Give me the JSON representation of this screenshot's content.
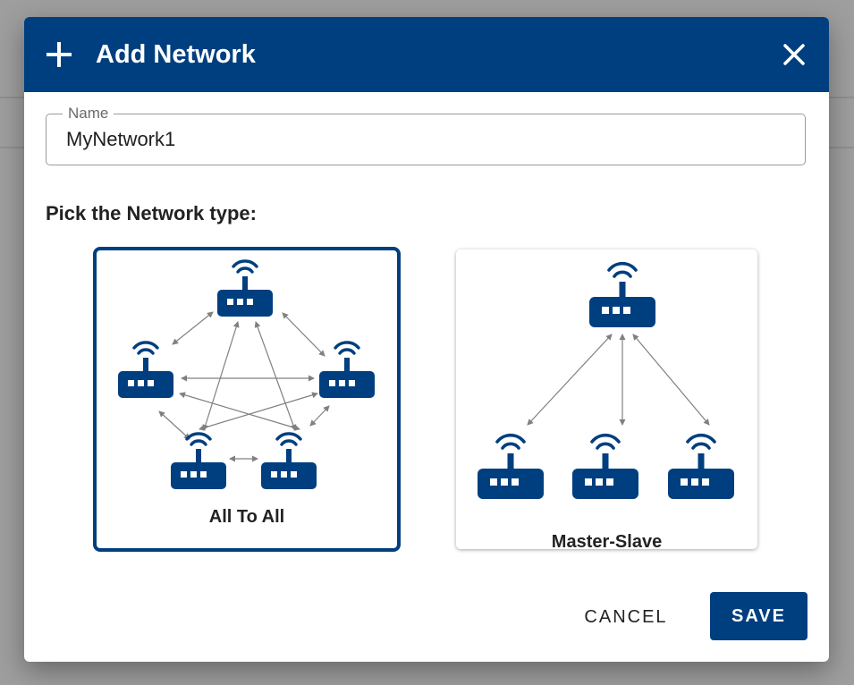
{
  "dialog": {
    "title": "Add Network",
    "header_icon": "plus-icon",
    "close_icon": "close-icon"
  },
  "name_field": {
    "label": "Name",
    "value": "MyNetwork1"
  },
  "network_type": {
    "prompt": "Pick the Network type:",
    "options": [
      {
        "label": "All To All",
        "icon": "all-to-all-network-icon",
        "selected": true
      },
      {
        "label": "Master-Slave",
        "icon": "master-slave-network-icon",
        "selected": false
      }
    ]
  },
  "actions": {
    "cancel": "CANCEL",
    "save": "SAVE"
  },
  "colors": {
    "primary": "#003f7f",
    "overlay": "#9e9e9e",
    "arrow": "#808080"
  }
}
